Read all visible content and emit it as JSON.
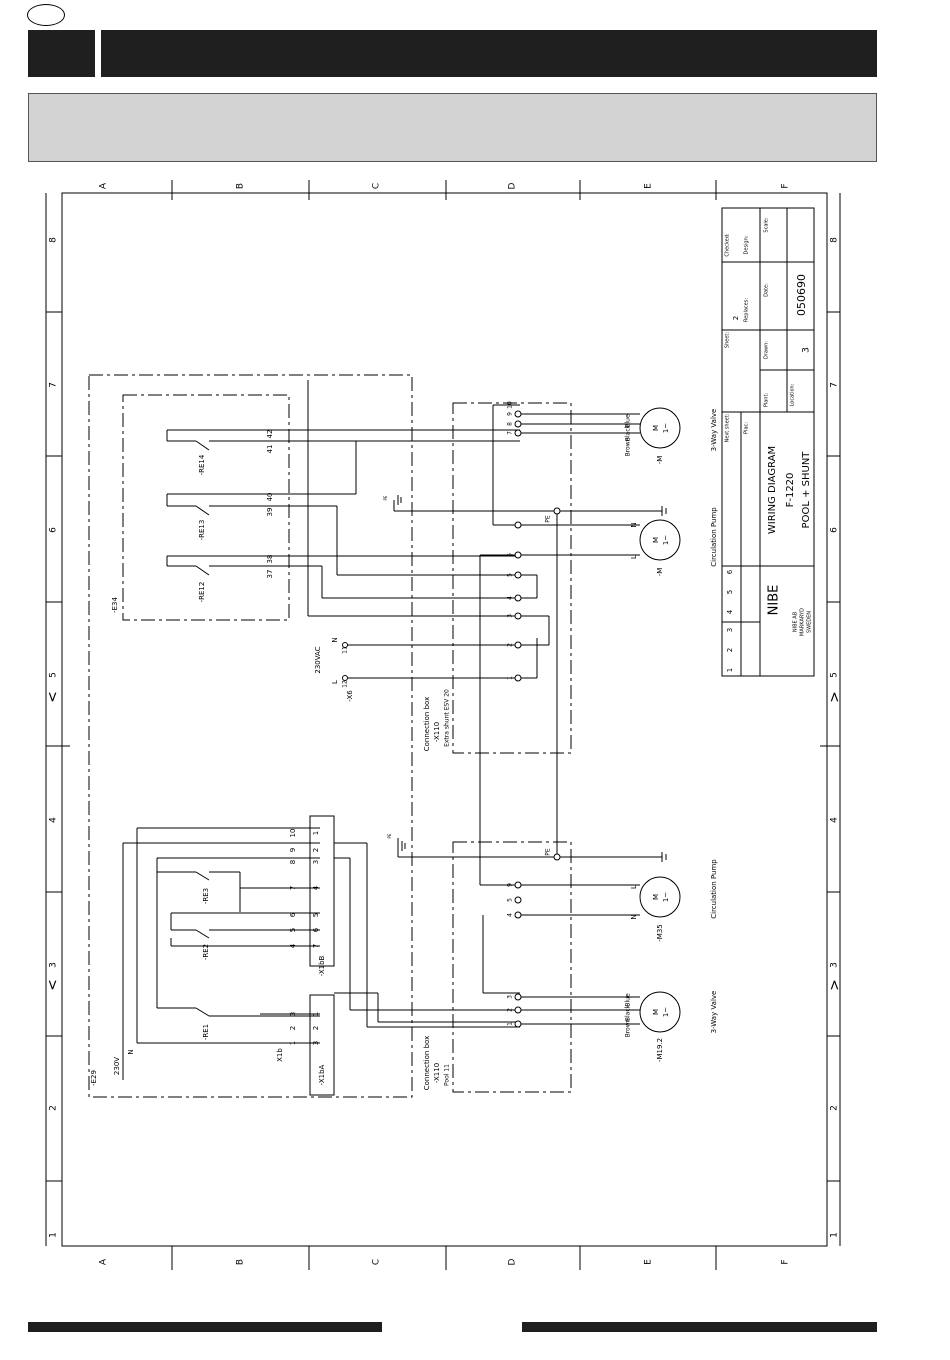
{
  "frame": {
    "columns": [
      "A",
      "B",
      "C",
      "D",
      "E",
      "F"
    ],
    "rows": [
      "1",
      "2",
      "3",
      "4",
      "5",
      "6",
      "7",
      "8"
    ],
    "arrow_marks": [
      "<",
      "<"
    ]
  },
  "title_block": {
    "wiring_diagram": "WIRING DIAGRAM",
    "model": "F-1220",
    "subtitle": "POOL + SHUNT",
    "drawing_number": "050690",
    "sheet_label": "Sheet:",
    "sheet_value": "2",
    "sheet_total": "3",
    "checked_label": "Checked:",
    "design_label": "Design:",
    "scale_label": "Scale:",
    "replaces_label": "Replaces:",
    "date_label": "Date:",
    "next_sheet_label": "Next sheet:",
    "plac_label": "Plac:",
    "drawn_label": "Drawn:",
    "plant_label": "Plant:",
    "location_label": "Location:",
    "company_line1": "NIBE AB",
    "company_line2": "MARKARYD",
    "company_line3": "SWEDEN",
    "logo_text": "NIBE",
    "revision_numbers": [
      "1",
      "2",
      "3",
      "4",
      "5",
      "6"
    ]
  },
  "components": {
    "e34": "-E34",
    "e29": "-E29",
    "re14": "-RE14",
    "re13": "-RE13",
    "re12": "-RE12",
    "re3": "-RE3",
    "re2": "-RE2",
    "re1": "-RE1",
    "x6": "-X6",
    "x1b": "X1b",
    "x1bb": "-X1bB",
    "x1ba": "-X1bA",
    "m_valve_upper": "-M",
    "m_pump_upper": "-M",
    "m35": "-M35",
    "m19_2": "-M19.2"
  },
  "labels": {
    "vac_230": "230VAC",
    "v_230": "230V",
    "n": "N",
    "l": "L",
    "pe": "PE",
    "m": "M",
    "one_tilde": "1~",
    "blue": "Blue",
    "black": "Black",
    "brown": "Brown",
    "three_way_valve": "3-Way Valve",
    "circulation_pump": "Circulation Pump",
    "connection_box": "Connection box",
    "x110": "-X110",
    "extra_shunt": "Extra shunt ESV 20",
    "pool_11": "Pool 11"
  },
  "terminals": {
    "re_terms": [
      "42",
      "41",
      "40",
      "39",
      "38",
      "37"
    ],
    "x110_upper": [
      "10",
      "9",
      "8",
      "7",
      "6",
      "5",
      "4",
      "3",
      "2",
      "1"
    ],
    "x6_terms": [
      "11",
      "12"
    ],
    "x1bb_left": [
      "10",
      "9",
      "8",
      "7",
      "6",
      "5",
      "4"
    ],
    "x1bb_right": [
      "1",
      "2",
      "3",
      "4",
      "5",
      "6",
      "7"
    ],
    "x1ba_left": [
      "3",
      "2",
      "1"
    ],
    "x1ba_right": [
      "1",
      "2",
      "3"
    ],
    "x110_lower": [
      "9",
      "5",
      "4",
      "3",
      "2",
      "1"
    ]
  },
  "colors": {
    "ink": "#000000",
    "bar": "#1f1f1f",
    "title_fill": "#d3d3d3"
  }
}
